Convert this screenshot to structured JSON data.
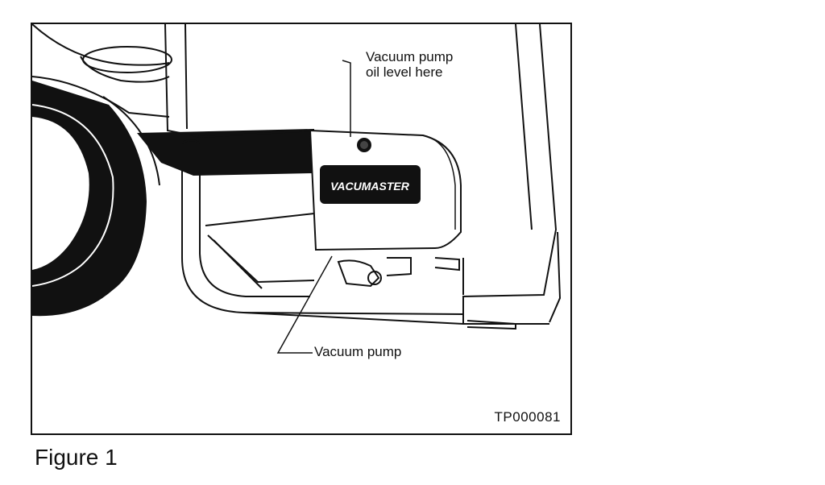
{
  "figure": {
    "caption": "Figure 1",
    "id": "TP000081"
  },
  "callouts": {
    "oil_level_line1": "Vacuum pump",
    "oil_level_line2": "oil level here",
    "pump": "Vacuum pump"
  },
  "logo": {
    "text": "VACUMASTER"
  },
  "colors": {
    "ink": "#111111",
    "paper": "#ffffff"
  }
}
